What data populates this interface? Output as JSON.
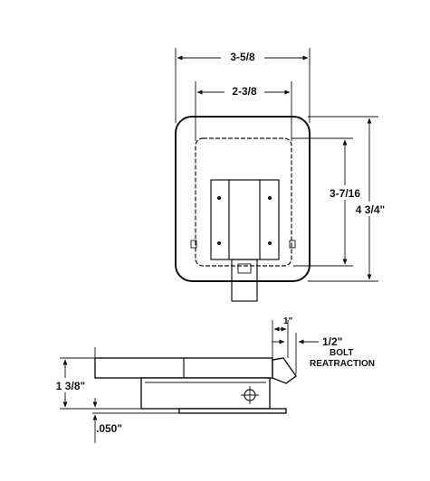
{
  "top_view": {
    "overall_width": "3-5/8",
    "inner_width": "2-3/8",
    "inner_height": "3-7/16",
    "overall_height": "4 3/4\""
  },
  "side_view": {
    "thickness": "1 3/8\"",
    "flange_thickness": ".050\"",
    "bolt_offset": "1\"",
    "bolt_retraction_value": "1/2\"",
    "bolt_retraction_line1": "BOLT",
    "bolt_retraction_line2": "REATRACTION"
  },
  "colors": {
    "line": "#111111",
    "background": "#ffffff"
  }
}
